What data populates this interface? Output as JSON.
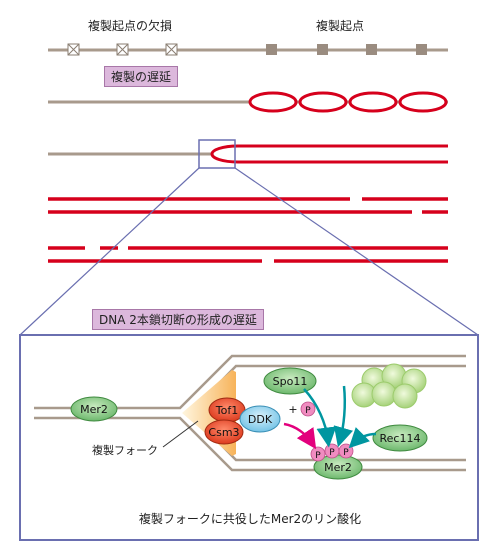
{
  "labels": {
    "origin_deleted": "複製起点の欠損",
    "origin": "複製起点",
    "replication_delay": "複製の遅延",
    "dsb_delay": "DNA 2本鎖切断の形成の遅延",
    "fork": "複製フォーク",
    "caption": "複製フォークに共役したMer2のリン酸化",
    "plus_p": "+",
    "p": "P"
  },
  "proteins": {
    "mer2_left": "Mer2",
    "tof1": "Tof1",
    "csm3": "Csm3",
    "ddk": "DDK",
    "spo11": "Spo11",
    "rec114": "Rec114",
    "mer2_right": "Mer2"
  },
  "colors": {
    "parental_dna": "#a89a8c",
    "new_dna": "#d6001c",
    "panel_border": "#6a6fb0",
    "tag_bg": "#dcb8dc",
    "tof_csm": "#e8502f",
    "ddk": "#8ed0ee",
    "green_protein": "#7ec67e",
    "phosphate": "#f08cc0",
    "arrow_magenta": "#e3007d",
    "arrow_teal": "#0096a0",
    "fork_shade": "#f7b35a",
    "cluster": "#cce8a0"
  },
  "icons": [
    "origin-deleted-marker",
    "origin-marker",
    "replication-bubble",
    "phosphate-icon"
  ]
}
